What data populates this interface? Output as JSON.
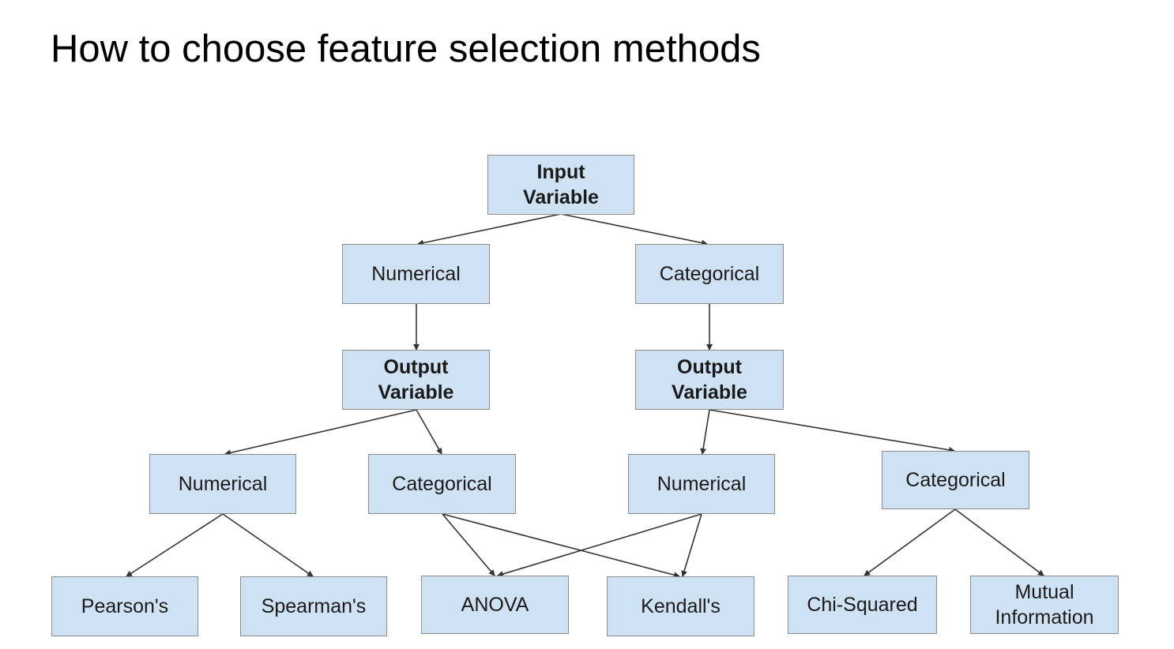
{
  "title": "How to choose feature selection methods",
  "colors": {
    "node_fill": "#cfe2f3",
    "node_border": "#8c8c8c",
    "edge": "#333333",
    "text": "#1a1a1a"
  },
  "nodes": {
    "input_variable": "Input\nVariable",
    "input_numerical": "Numerical",
    "input_categorical": "Categorical",
    "output_variable_left": "Output\nVariable",
    "output_variable_right": "Output\nVariable",
    "out_left_numerical": "Numerical",
    "out_left_categorical": "Categorical",
    "out_right_numerical": "Numerical",
    "out_right_categorical": "Categorical",
    "pearsons": "Pearson's",
    "spearmans": "Spearman's",
    "anova": "ANOVA",
    "kendalls": "Kendall's",
    "chi_squared": "Chi-Squared",
    "mutual_information": "Mutual\nInformation"
  }
}
